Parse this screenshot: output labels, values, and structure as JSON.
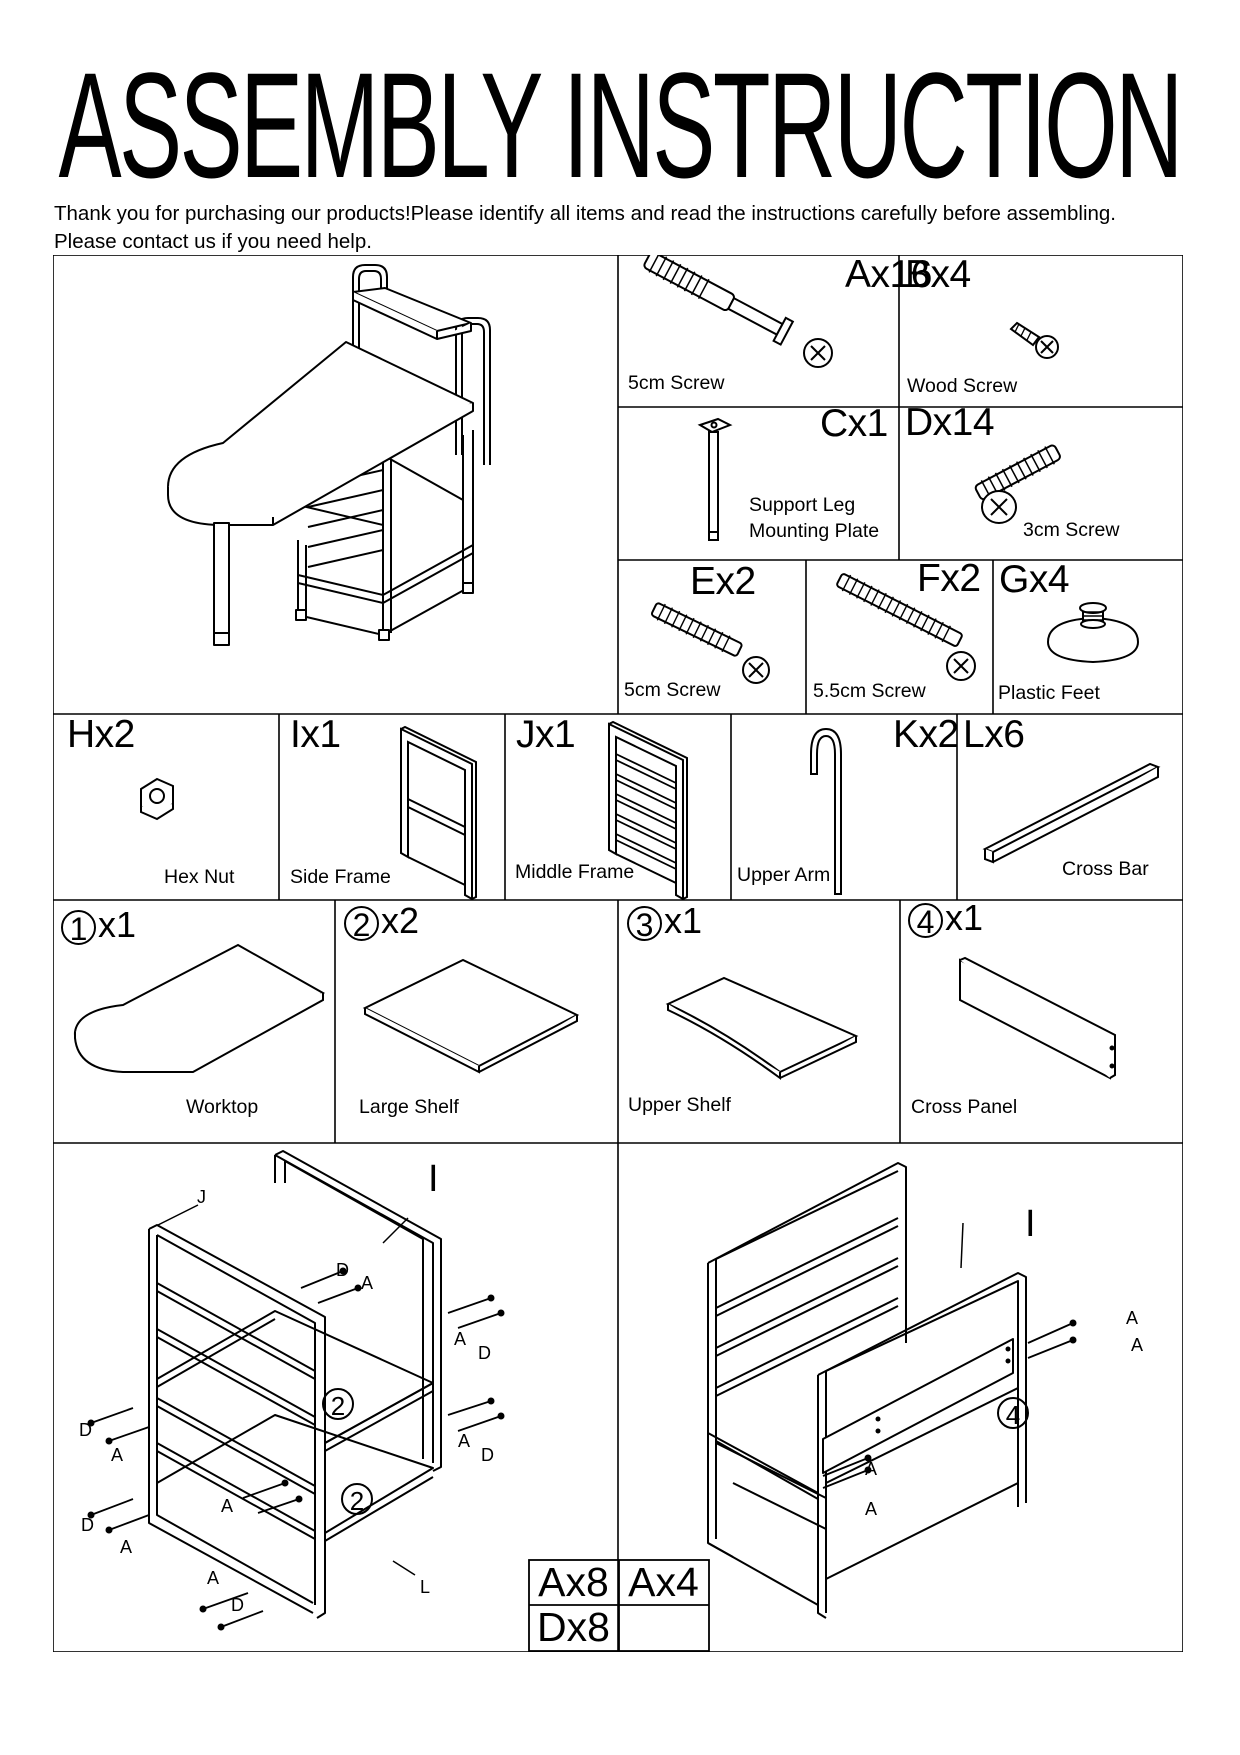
{
  "header": {
    "title": "ASSEMBLY INSTRUCTION",
    "intro_line1": "Thank you for purchasing our products!Please identify all items and read the instructions carefully before assembling.",
    "intro_line2": "Please contact us if you need help."
  },
  "hardware": [
    {
      "code": "Ax16",
      "name": "5cm Screw"
    },
    {
      "code": "Bx4",
      "name": "Wood Screw"
    },
    {
      "code": "Cx1",
      "name_line1": "Support Leg",
      "name_line2": "Mounting Plate"
    },
    {
      "code": "Dx14",
      "name": "3cm Screw"
    },
    {
      "code": "Ex2",
      "name": "5cm Screw"
    },
    {
      "code": "Fx2",
      "name": "5.5cm Screw"
    },
    {
      "code": "Gx4",
      "name": "Plastic Feet"
    }
  ],
  "frames": [
    {
      "code": "Hx2",
      "name": "Hex Nut"
    },
    {
      "code": "Ix1",
      "name": "Side Frame"
    },
    {
      "code": "Jx1",
      "name": "Middle Frame"
    },
    {
      "code": "Kx2",
      "name": "Upper Arm"
    },
    {
      "code": "Lx6",
      "name": "Cross Bar"
    }
  ],
  "panels": [
    {
      "num": "1",
      "qty": "x1",
      "name": "Worktop"
    },
    {
      "num": "2",
      "qty": "x2",
      "name": "Large Shelf"
    },
    {
      "num": "3",
      "qty": "x1",
      "name": "Upper Shelf"
    },
    {
      "num": "4",
      "qty": "x1",
      "name": "Cross Panel"
    }
  ],
  "step1": {
    "labels": {
      "J": "J",
      "I": "I",
      "L": "L",
      "A": "A",
      "D": "D",
      "shelf": "2"
    },
    "qty": {
      "a1": "Ax8",
      "a2": "Ax4",
      "d1": "Dx8"
    }
  },
  "step2": {
    "labels": {
      "I": "I",
      "A": "A",
      "panel": "4"
    }
  }
}
